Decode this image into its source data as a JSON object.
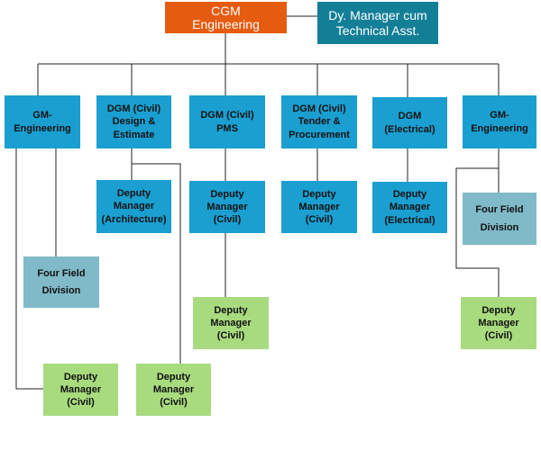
{
  "top": {
    "line1": "CGM",
    "line2": "Engineering"
  },
  "assistant": {
    "line1": "Dy. Manager cum",
    "line2": "Technical Asst."
  },
  "gm_eng_1": {
    "line1": "GM-",
    "line2": "Engineering"
  },
  "dgm_design": {
    "line1": "DGM (Civil)",
    "line2": "Design &",
    "line3": "Estimate"
  },
  "dgm_pms": {
    "line1": "DGM (Civil)",
    "line2": "PMS"
  },
  "dgm_tender": {
    "line1": "DGM (Civil)",
    "line2": "Tender &",
    "line3": "Procurement"
  },
  "dgm_elec": {
    "line1": "DGM",
    "line2": "(Electrical)"
  },
  "gm_eng_2": {
    "line1": "GM-",
    "line2": "Engineering"
  },
  "dm_arch": {
    "line1": "Deputy",
    "line2": "Manager",
    "line3": "(Architecture)"
  },
  "dm_pms": {
    "line1": "Deputy",
    "line2": "Manager",
    "line3": "(Civil)"
  },
  "dm_tender": {
    "line1": "Deputy",
    "line2": "Manager",
    "line3": "(Civil)"
  },
  "dm_elec": {
    "line1": "Deputy",
    "line2": "Manager",
    "line3": "(Electrical)"
  },
  "field_1": {
    "line1": "Four Field",
    "line2": "Division"
  },
  "field_2": {
    "line1": "Four Field",
    "line2": "Division"
  },
  "dm_pms_sub": {
    "line1": "Deputy",
    "line2": "Manager",
    "line3": "(Civil)"
  },
  "dm_gm2_sub": {
    "line1": "Deputy",
    "line2": "Manager",
    "line3": "(Civil)"
  },
  "dm_gm1_sub": {
    "line1": "Deputy",
    "line2": "Manager",
    "line3": "(Civil)"
  },
  "dm_design_sub": {
    "line1": "Deputy",
    "line2": "Manager",
    "line3": "(Civil)"
  },
  "colors": {
    "top": "#e55b10",
    "assistant": "#137f97",
    "level2": "#1a9fd0",
    "field_division": "#80b9c8",
    "deputy_civil_sub": "#a8da7e",
    "connector": "#222222"
  }
}
